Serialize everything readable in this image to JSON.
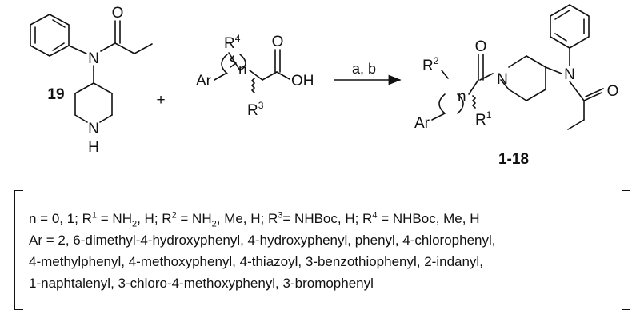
{
  "scheme": {
    "reactant_one_label": "19",
    "plus_sign": "+",
    "conditions": "a, b",
    "product_label": "1-18"
  },
  "atoms": {
    "N": "N",
    "O": "O",
    "NH_N": "N",
    "NH_H": "H",
    "Ar": "Ar",
    "OH": "OH",
    "R": "R",
    "R1_sup": "1",
    "R2_sup": "2",
    "R3_sup": "3",
    "R4_sup": "4",
    "n": "n"
  },
  "legend": {
    "line1": {
      "t1": "n = 0, 1; R",
      "s1": "1",
      "t2": " = NH",
      "b1": "2",
      "t3": ", H; R",
      "s2": "2",
      "t4": " = NH",
      "b2": "2",
      "t5": ", Me, H; R",
      "s3": "3",
      "t6": "= NHBoc, H; R",
      "s4": "4",
      "t7": " = NHBoc, Me, H"
    },
    "line2": "Ar = 2, 6-dimethyl-4-hydroxyphenyl, 4-hydroxyphenyl, phenyl, 4-chlorophenyl,",
    "line3": "4-methylphenyl, 4-methoxyphenyl, 4-thiazoyl, 3-benzothiophenyl, 2-indanyl,",
    "line4": "1-naphtalenyl, 3-chloro-4-methoxyphenyl, 3-bromophenyl"
  }
}
